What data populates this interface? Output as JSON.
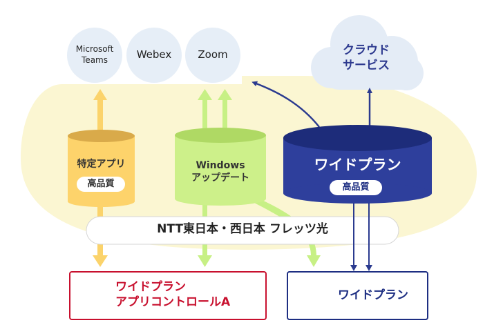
{
  "apps": {
    "teams": "Microsoft\nTeams",
    "webex": "Webex",
    "zoom": "Zoom"
  },
  "cloud": {
    "label": "クラウド\nサービス"
  },
  "cylinders": {
    "specific": {
      "label": "特定アプリ",
      "badge": "高品質"
    },
    "windows": {
      "label": "Windows\nアップデート"
    },
    "wide": {
      "label": "ワイドプラン",
      "badge": "高品質"
    }
  },
  "network_bar": {
    "label": "NTT東日本・西日本 フレッツ光"
  },
  "products": {
    "control": {
      "label": "ワイドプラン\nアプリコントロールA"
    },
    "wide": {
      "label": "ワイドプラン"
    }
  },
  "colors": {
    "yellow_area": "#fbf6d2",
    "app_circle": "#e6eef7",
    "yellow_cylinder": "#fdd36b",
    "green_cylinder": "#cdf08a",
    "blue_cylinder": "#2e3f9c",
    "red_accent": "#c8102e",
    "blue_accent": "#1d2e82"
  }
}
